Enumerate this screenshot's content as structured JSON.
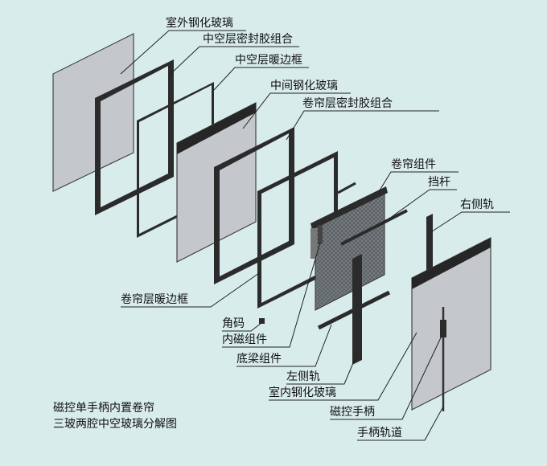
{
  "labels": {
    "outer_glass": "室外钢化玻璃",
    "hollow_seal": "中空层密封胶组合",
    "hollow_spacer": "中空层暖边框",
    "middle_glass": "中间钢化玻璃",
    "blind_seal": "卷帘层密封胶组合",
    "blind_assembly": "卷帘组件",
    "stop_rod": "挡杆",
    "right_rail": "右侧轨",
    "blind_spacer": "卷帘层暖边框",
    "corner_key": "角码",
    "inner_magnet": "内磁组件",
    "bottom_beam": "底梁组件",
    "left_rail": "左侧轨",
    "inner_glass": "室内钢化玻璃",
    "magnet_handle": "磁控手柄",
    "handle_track": "手柄轨道"
  },
  "caption": {
    "line1": "磁控单手柄内置卷帘",
    "line2": "三玻两腔中空玻璃分解图"
  },
  "colors": {
    "background": "#d9ecec",
    "glass": "#c4c8cc",
    "frame": "#2b2b2b",
    "leader": "#222222",
    "blind": "#55595e"
  }
}
